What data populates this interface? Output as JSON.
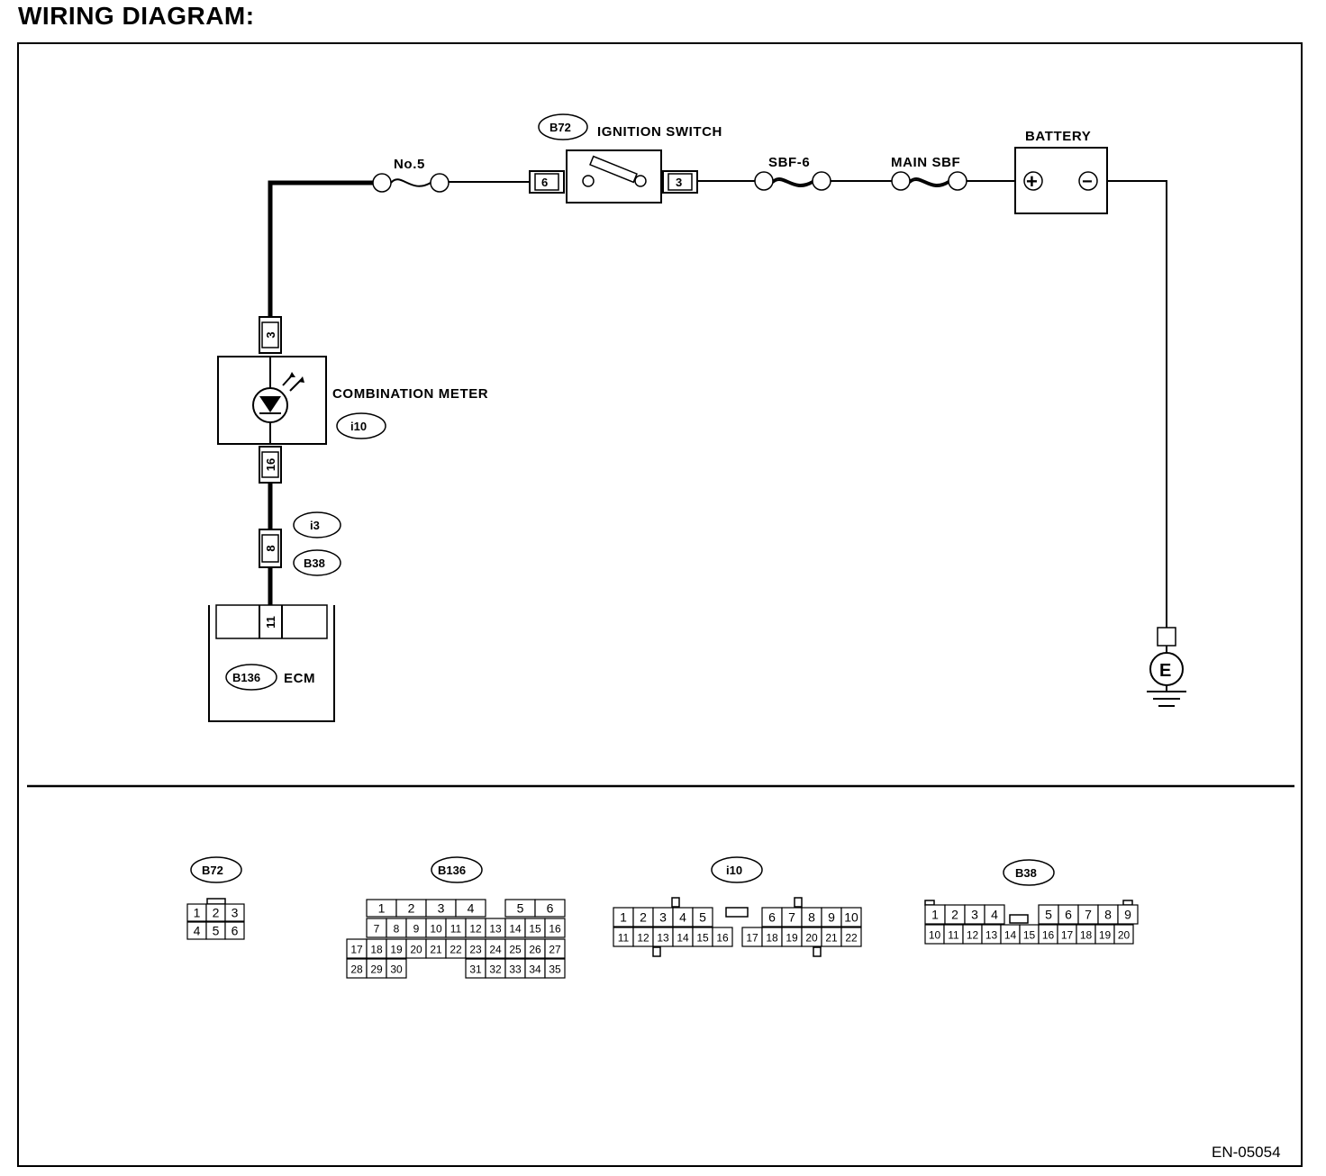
{
  "title": "WIRING DIAGRAM:",
  "figure_id": "EN-05054",
  "components": {
    "fuse_no5": "No.5",
    "ignition_switch": "IGNITION SWITCH",
    "sbf6": "SBF-6",
    "main_sbf": "MAIN SBF",
    "battery": "BATTERY",
    "combination_meter": "COMBINATION METER",
    "ecm": "ECM",
    "ground": "E"
  },
  "connector_tags": {
    "b72": "B72",
    "i10": "i10",
    "i3": "i3",
    "b38": "B38",
    "b136": "B136"
  },
  "wire_pins": {
    "ign_in": "6",
    "ign_out": "3",
    "meter_top": "3",
    "meter_bottom": "16",
    "joint": "8",
    "ecm": "11"
  },
  "battery_terminals": {
    "plus": "+",
    "minus": "−"
  },
  "connector_views": {
    "b72": {
      "label": "B72",
      "rows": [
        [
          "1",
          "2",
          "3"
        ],
        [
          "4",
          "5",
          "6"
        ]
      ]
    },
    "b136": {
      "label": "B136",
      "row1": [
        "1",
        "2",
        "3",
        "4",
        "5",
        "6"
      ],
      "row2": [
        "7",
        "8",
        "9",
        "10",
        "11",
        "12",
        "13",
        "14",
        "15",
        "16"
      ],
      "row3": [
        "17",
        "18",
        "19",
        "20",
        "21",
        "22",
        "23",
        "24",
        "25",
        "26",
        "27"
      ],
      "row4a": [
        "28",
        "29",
        "30"
      ],
      "row4b": [
        "31",
        "32",
        "33",
        "34",
        "35"
      ]
    },
    "i10": {
      "label": "i10",
      "row1": [
        "1",
        "2",
        "3",
        "4",
        "5",
        "6",
        "7",
        "8",
        "9",
        "10"
      ],
      "row2": [
        "11",
        "12",
        "13",
        "14",
        "15",
        "16",
        "17",
        "18",
        "19",
        "20",
        "21",
        "22"
      ]
    },
    "b38": {
      "label": "B38",
      "row1": [
        "1",
        "2",
        "3",
        "4",
        "5",
        "6",
        "7",
        "8",
        "9"
      ],
      "row2": [
        "10",
        "11",
        "12",
        "13",
        "14",
        "15",
        "16",
        "17",
        "18",
        "19",
        "20"
      ]
    }
  }
}
